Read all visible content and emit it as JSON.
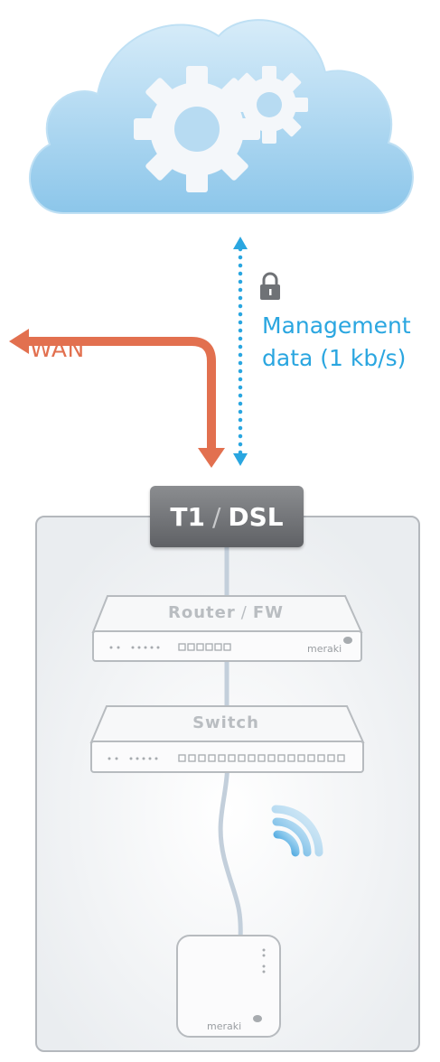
{
  "wan_label": "WAN",
  "management": {
    "line1": "Management",
    "line2": "data (1 kb/s)"
  },
  "uplink": {
    "part1": "T1",
    "separator": "/",
    "part2": "DSL"
  },
  "router": {
    "part1": "Router",
    "separator": "/",
    "part2": "FW",
    "brand": "meraki"
  },
  "switch": {
    "label": "Switch"
  },
  "access_point": {
    "brand": "meraki"
  },
  "colors": {
    "wan_arrow": "#e2704f",
    "management_text": "#2aa6e0",
    "cloud": "#a9d4ef",
    "uplink_box": "#6d6f73"
  },
  "icons": [
    "cloud-icon",
    "gears-icon",
    "lock-icon",
    "wifi-signal-icon"
  ]
}
